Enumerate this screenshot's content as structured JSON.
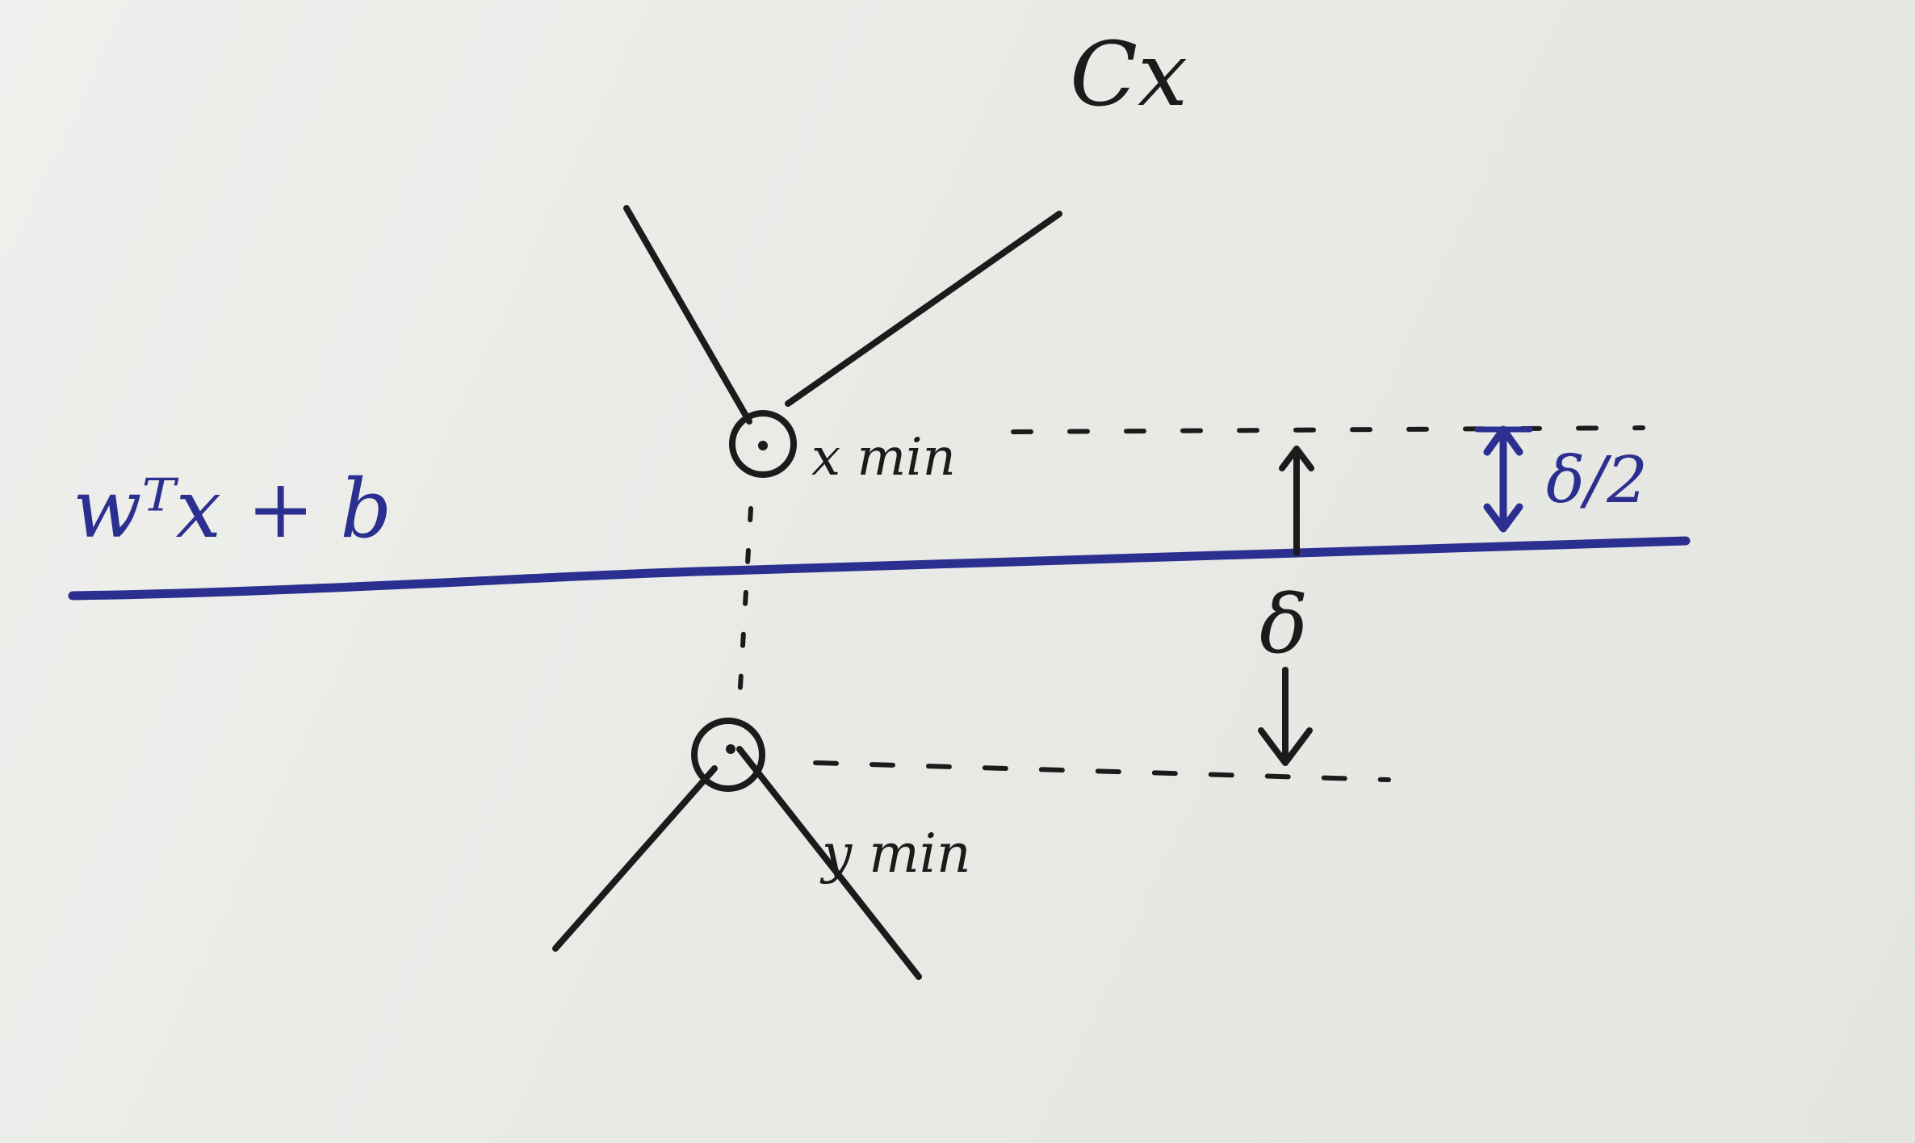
{
  "diagram": {
    "class_label": "Cx",
    "hyperplane_label": "wᵀx + b",
    "x_point_label": "x min",
    "y_point_label": "y min",
    "margin_label": "δ",
    "half_margin_label": "δ/2"
  },
  "colors": {
    "paper": "#ecedea",
    "ink_black": "#1c1a1b",
    "ink_blue": "#2b2f8f"
  }
}
